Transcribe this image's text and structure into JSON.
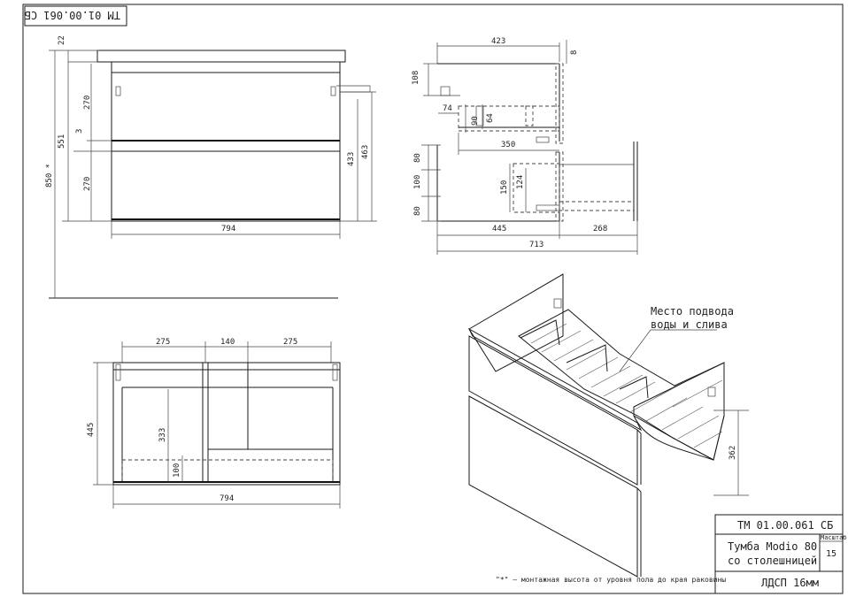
{
  "drawing_code": "ТМ 01.00.061 СБ",
  "drawing_code_mirrored": "ТМ 01.00.061 СБ",
  "title_line1": "Тумба Modio 80",
  "title_line2": "со столешницей",
  "scale_label": "Масштаб",
  "scale_value": "15",
  "material": "ЛДСП 16мм",
  "footnote": "\"*\" – монтажная высота от уровня пола до края раковины",
  "callout_line1": "Место подвода",
  "callout_line2": "воды и слива",
  "front_view": {
    "d_22": "22",
    "d_270a": "270",
    "d_3": "3",
    "d_551": "551",
    "d_270b": "270",
    "d_850": "850 *",
    "d_433": "433",
    "d_463": "463",
    "d_794": "794"
  },
  "side_view": {
    "d_423": "423",
    "d_8": "8",
    "d_108": "108",
    "d_74": "74",
    "d_64": "64",
    "d_90": "90",
    "d_350": "350",
    "d_80a": "80",
    "d_100": "100",
    "d_80b": "80",
    "d_150": "150",
    "d_124": "124",
    "d_445": "445",
    "d_268": "268",
    "d_713": "713"
  },
  "top_view": {
    "d_275a": "275",
    "d_140": "140",
    "d_275b": "275",
    "d_445": "445",
    "d_333": "333",
    "d_100": "100",
    "d_794": "794"
  },
  "iso_view": {
    "d_362": "362"
  }
}
